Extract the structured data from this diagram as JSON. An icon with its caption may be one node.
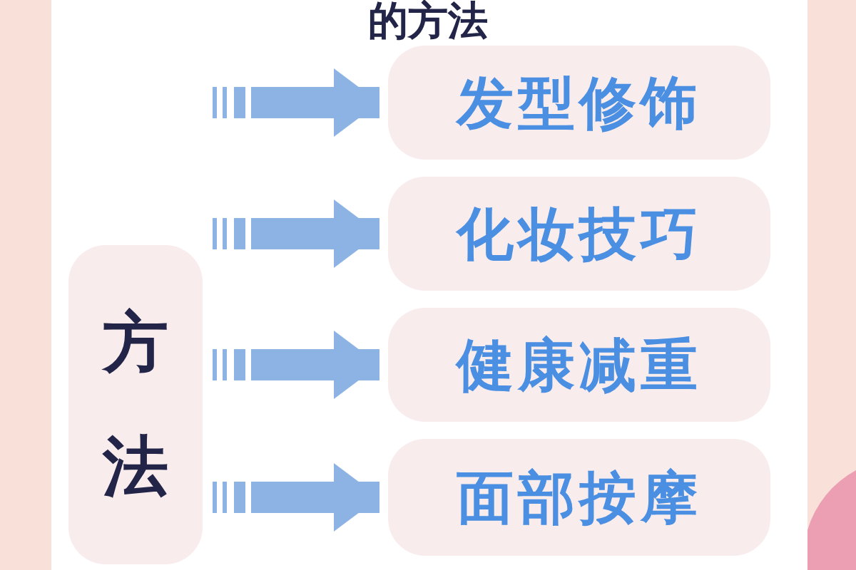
{
  "diagram": {
    "title": "的方法",
    "nodes": [
      {
        "text": [
          "方法"
        ]
      },
      {
        "text": [
          "发型修饰"
        ]
      },
      {
        "text": [
          "化妆技巧"
        ]
      },
      {
        "text": [
          "健康减重"
        ]
      },
      {
        "text": [
          "面部按摩"
        ]
      }
    ],
    "edges": [
      {
        "from": null,
        "to": 1,
        "arrow": "to"
      },
      {
        "from": null,
        "to": 2,
        "arrow": "to"
      },
      {
        "from": null,
        "to": 3,
        "arrow": "to"
      },
      {
        "from": null,
        "to": 4,
        "arrow": "to"
      }
    ]
  }
}
